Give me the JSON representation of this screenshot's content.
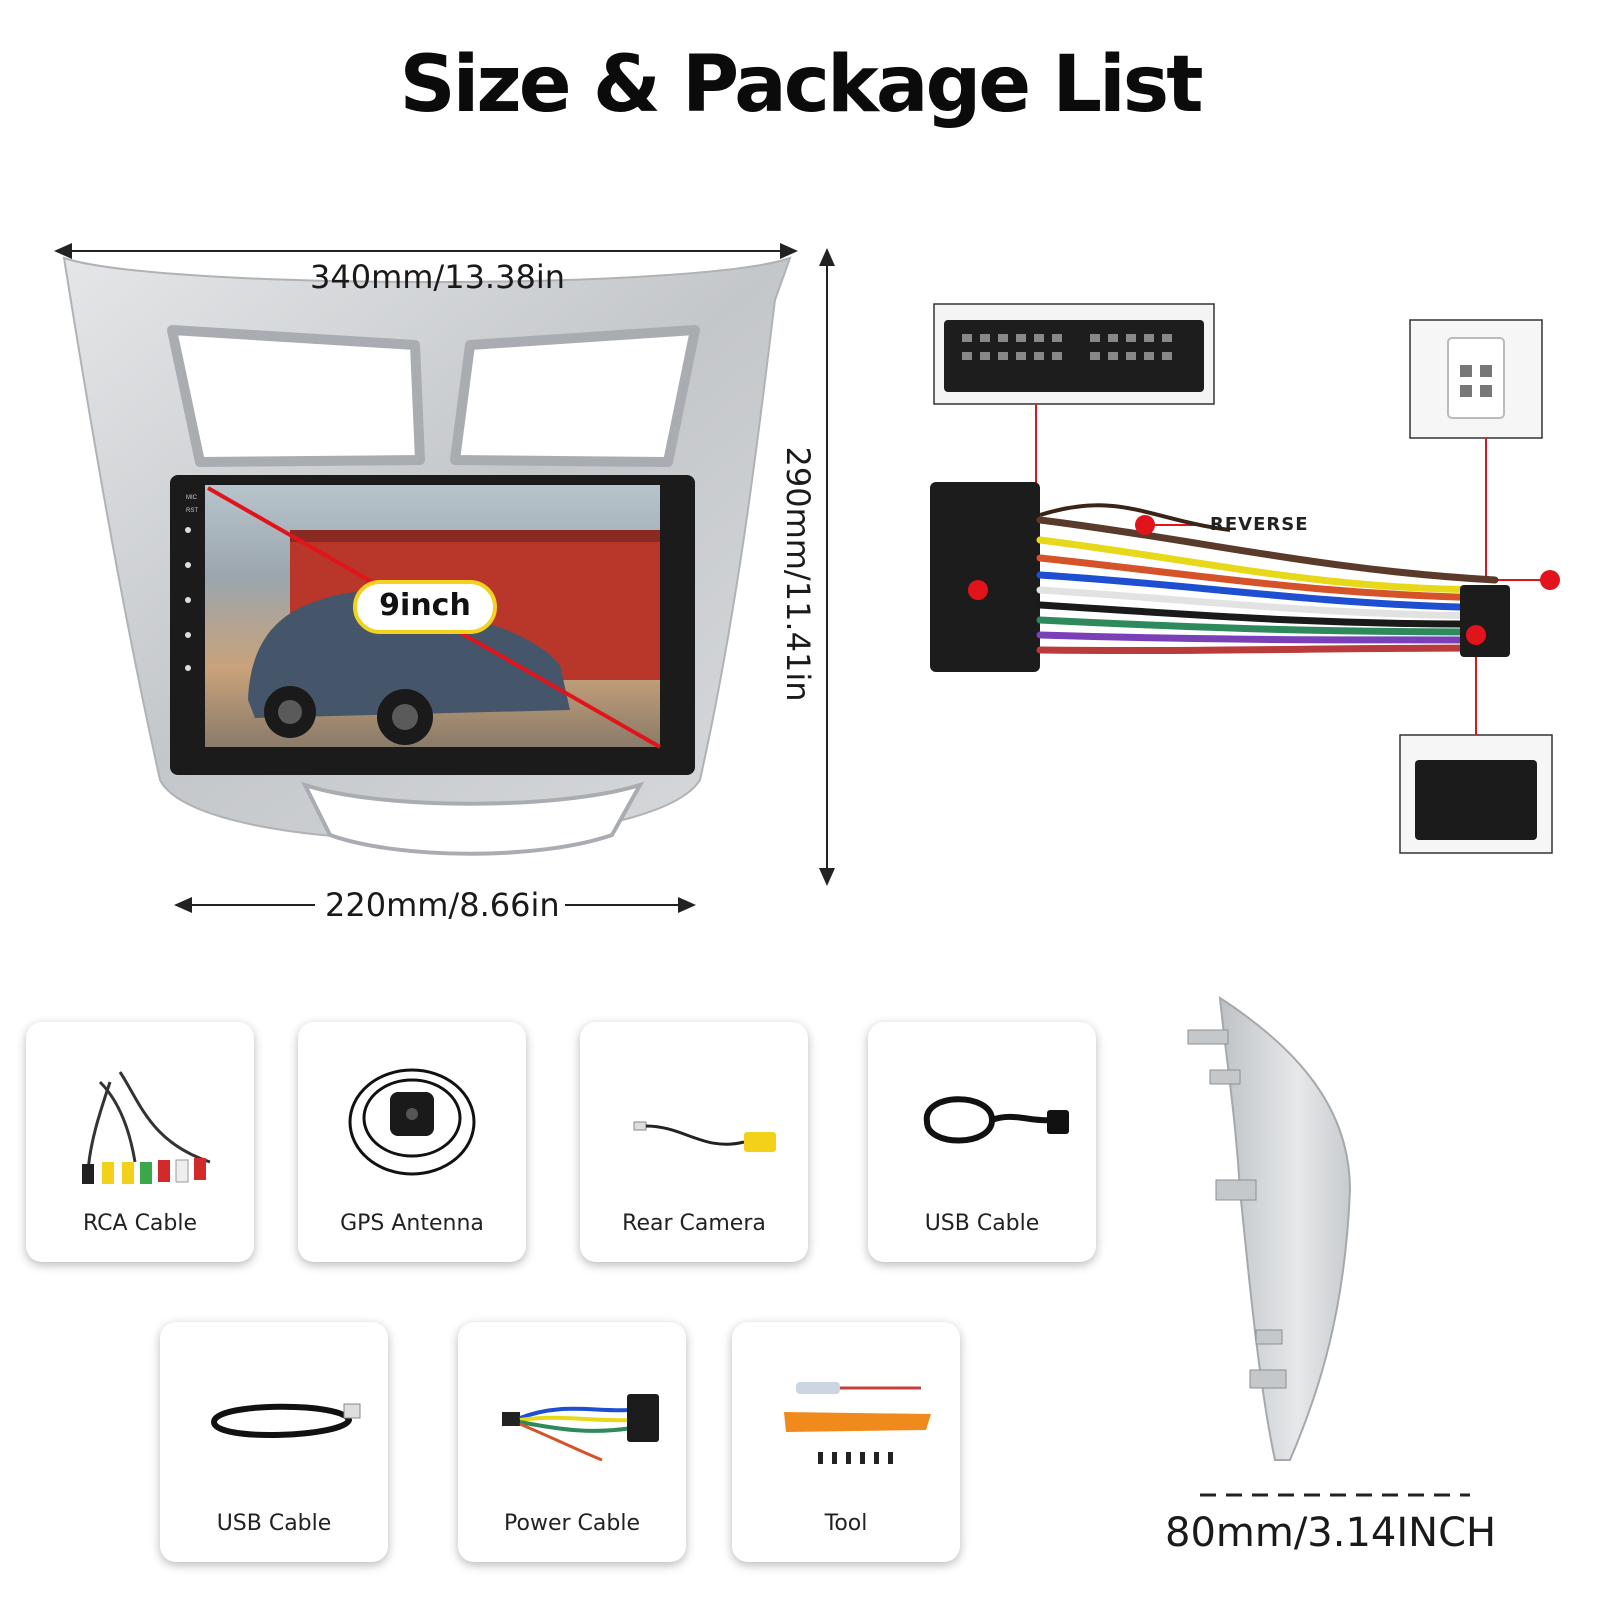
{
  "title": "Size & Package List",
  "dimensions": {
    "width_top": "340mm/13.38in",
    "height_side": "290mm/11.41in",
    "width_bottom": "220mm/8.66in",
    "depth": "80mm/3.14INCH"
  },
  "screen": {
    "size_badge": "9inch",
    "side_labels": [
      "MIC",
      "RST"
    ]
  },
  "wiring": {
    "reverse_label": "REVERSE"
  },
  "package": [
    {
      "label": "RCA Cable",
      "icon": "rca-cable-icon"
    },
    {
      "label": "GPS Antenna",
      "icon": "gps-antenna-icon"
    },
    {
      "label": "Rear Camera",
      "icon": "rear-camera-cable-icon"
    },
    {
      "label": "USB Cable",
      "icon": "usb-cable-icon"
    },
    {
      "label": "USB Cable",
      "icon": "usb-cable-icon"
    },
    {
      "label": "Power Cable",
      "icon": "power-cable-icon"
    },
    {
      "label": "Tool",
      "icon": "tool-icon"
    }
  ],
  "colors": {
    "accent_red": "#e0141a",
    "panel_silver": "#c9cbcd",
    "badge_yellow": "#f2d21e"
  }
}
